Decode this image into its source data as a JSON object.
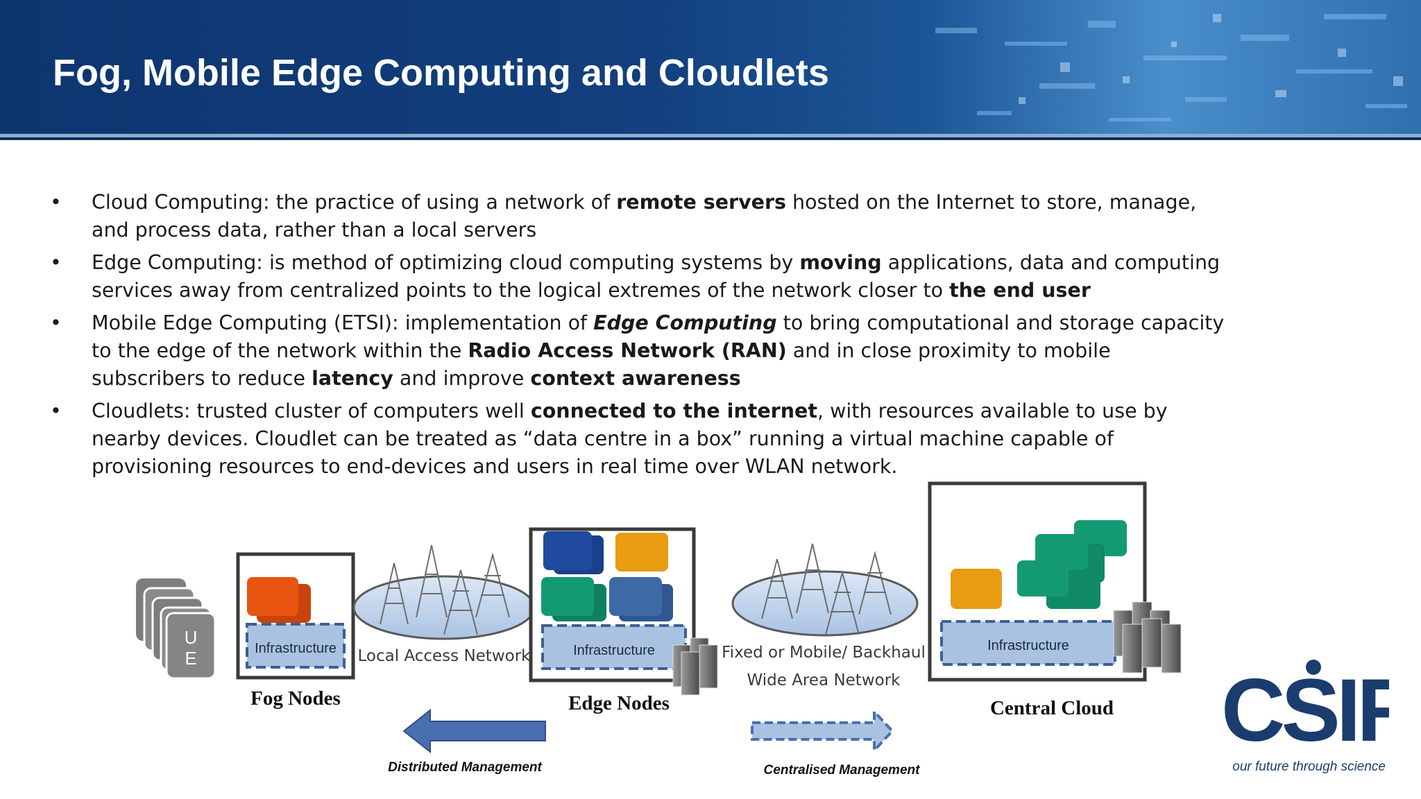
{
  "slide": {
    "title": "Fog, Mobile Edge Computing and Cloudlets"
  },
  "bullets": [
    {
      "bullet": "•",
      "parts": [
        {
          "t": "Cloud Computing: the practice of using a network of ",
          "style": "normal"
        },
        {
          "t": "remote servers",
          "style": "bold"
        },
        {
          "t": " hosted on the Internet to store, manage, and process data, rather than a local servers",
          "style": "normal"
        }
      ]
    },
    {
      "bullet": "•",
      "parts": [
        {
          "t": "Edge Computing: is method of optimizing cloud computing systems by ",
          "style": "normal"
        },
        {
          "t": "moving",
          "style": "bold"
        },
        {
          "t": " applications, data and computing services away from centralized points to the logical extremes of the network closer to ",
          "style": "normal"
        },
        {
          "t": "the end user",
          "style": "bold"
        }
      ]
    },
    {
      "bullet": "•",
      "parts": [
        {
          "t": "Mobile Edge Computing (ETSI): implementation of ",
          "style": "normal"
        },
        {
          "t": "Edge Computing",
          "style": "bolditalic"
        },
        {
          "t": " to bring computational and storage capacity to the edge of the network within the ",
          "style": "normal"
        },
        {
          "t": "Radio Access Network (RAN)",
          "style": "bold"
        },
        {
          "t": " and in close proximity to mobile subscribers to reduce ",
          "style": "normal"
        },
        {
          "t": "latency",
          "style": "bold"
        },
        {
          "t": " and improve ",
          "style": "normal"
        },
        {
          "t": "context awareness",
          "style": "bold"
        }
      ]
    },
    {
      "bullet": "•",
      "parts": [
        {
          "t": "Cloudlets: trusted cluster of computers well ",
          "style": "normal"
        },
        {
          "t": "connected to the internet",
          "style": "bold"
        },
        {
          "t": ", with resources available to use by nearby devices. Cloudlet can be treated as “data centre in a box” running a virtual machine capable of provisioning resources to end-devices and users in real time over WLAN network.",
          "style": "normal"
        }
      ]
    }
  ],
  "diagram": {
    "ue_label_1": "U",
    "ue_label_2": "E",
    "fog_infra": "Infrastructure",
    "fog_caption": "Fog Nodes",
    "lan_caption": "Local Access Network",
    "edge_infra": "Infrastructure",
    "edge_caption": "Edge Nodes",
    "wan_caption_1": "Fixed or Mobile/ Backhaul",
    "wan_caption_2": "Wide Area Network",
    "cloud_infra": "Infrastructure",
    "cloud_caption": "Central Cloud",
    "distributed_label": "Distributed Management",
    "centralised_label": "Centralised Management"
  },
  "logo": {
    "text": "CSIR",
    "tagline": "our future through science"
  },
  "colors": {
    "header_blue": "#0d3570",
    "logo_blue": "#1b3c6e",
    "orange_red": "#e8540f",
    "amber": "#e99b12",
    "teal": "#149a72",
    "royal_blue": "#1f4aa0",
    "steel_blue": "#3d6aa6",
    "infra_fill": "#a9c2e2"
  }
}
